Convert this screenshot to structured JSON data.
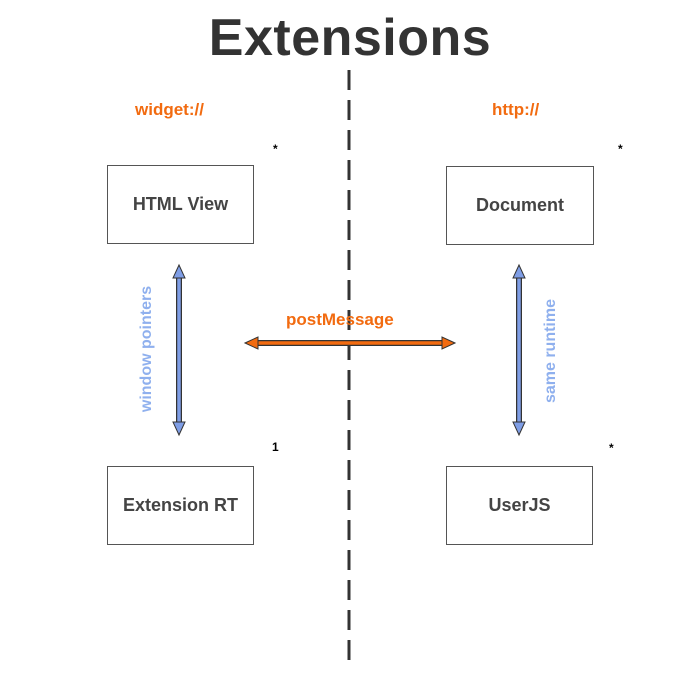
{
  "title": "Extensions",
  "left_scheme": "widget://",
  "right_scheme": "http://",
  "boxes": {
    "html_view": "HTML View",
    "document": "Document",
    "extension_rt": "Extension RT",
    "userjs": "UserJS"
  },
  "multiplicity": {
    "html_view": "*",
    "document": "*",
    "extension_rt": "1",
    "userjs": "*"
  },
  "edges": {
    "post_message": "postMessage",
    "window_pointers": "window pointers",
    "same_runtime": "same runtime"
  },
  "colors": {
    "orange": "#f26b10",
    "blue_arrow": "#7f9ee6",
    "blue_label": "#8fb0ee",
    "text_dark": "#333333",
    "divider": "#333333"
  }
}
